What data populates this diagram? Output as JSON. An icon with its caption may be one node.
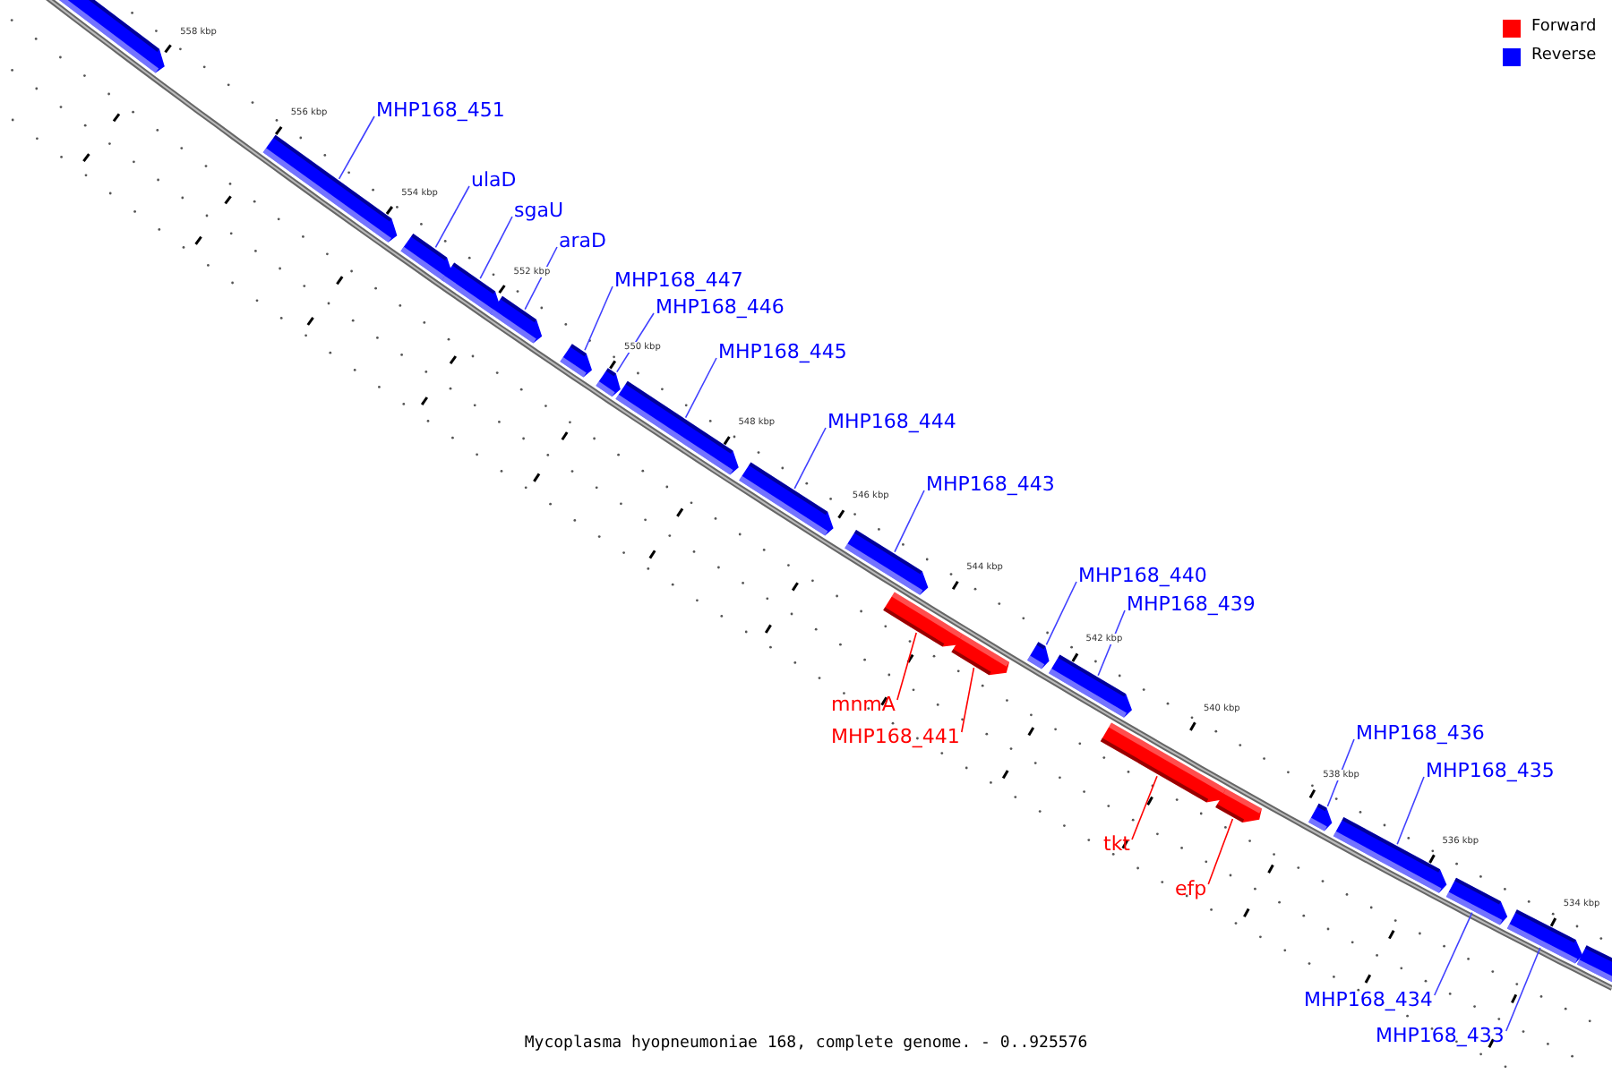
{
  "diagram": {
    "caption": "Mycoplasma hyopneumoniae 168, complete genome. - 0..925576",
    "nodes": [
      {
        "text": [],
        "shape": "bar"
      },
      {
        "text": [],
        "shape": "bar"
      },
      {
        "text": [],
        "shape": "bar"
      },
      {
        "text": [],
        "shape": "bar"
      },
      {
        "text": [],
        "shape": "bar"
      },
      {
        "text": [],
        "shape": "bar"
      },
      {
        "text": [],
        "shape": "bar"
      },
      {
        "text": [],
        "shape": "bar"
      },
      {
        "text": [],
        "shape": "bar"
      },
      {
        "text": [],
        "shape": "bar"
      },
      {
        "text": [],
        "shape": "bar"
      },
      {
        "text": [],
        "shape": "bar"
      },
      {
        "text": [],
        "shape": "bar"
      },
      {
        "text": [],
        "shape": "bar"
      },
      {
        "text": [],
        "shape": "bar"
      },
      {
        "text": [],
        "shape": "bar"
      },
      {
        "text": [],
        "shape": "bar"
      },
      {
        "text": [],
        "shape": "bar"
      },
      {
        "text": [],
        "shape": "bar"
      },
      {
        "text": [],
        "shape": "bar"
      },
      {
        "text": [],
        "shape": "bar"
      },
      {
        "text": [
          "MHP168_451"
        ]
      },
      {
        "text": [
          "ulaD"
        ]
      },
      {
        "text": [
          "sgaU"
        ]
      },
      {
        "text": [
          "araD"
        ]
      },
      {
        "text": [
          "MHP168_447"
        ]
      },
      {
        "text": [
          "MHP168_446"
        ]
      },
      {
        "text": [
          "MHP168_445"
        ]
      },
      {
        "text": [
          "MHP168_444"
        ]
      },
      {
        "text": [
          "MHP168_443"
        ]
      },
      {
        "text": [
          "MHP168_440"
        ]
      },
      {
        "text": [
          "MHP168_439"
        ]
      },
      {
        "text": [
          "mnmA"
        ]
      },
      {
        "text": [
          "MHP168_441"
        ]
      },
      {
        "text": [
          "MHP168_436"
        ]
      },
      {
        "text": [
          "MHP168_435"
        ]
      },
      {
        "text": [
          "tkt"
        ]
      },
      {
        "text": [
          "efp"
        ]
      },
      {
        "text": [
          "MHP168_434"
        ]
      },
      {
        "text": [
          "MHP168_433"
        ]
      }
    ],
    "edges": [
      {
        "from": 21,
        "to": 1,
        "arrow": "none"
      },
      {
        "from": 22,
        "to": 2,
        "arrow": "none"
      },
      {
        "from": 23,
        "to": 3,
        "arrow": "none"
      },
      {
        "from": 24,
        "to": 4,
        "arrow": "none"
      },
      {
        "from": 25,
        "to": 5,
        "arrow": "none"
      },
      {
        "from": 26,
        "to": 6,
        "arrow": "none"
      },
      {
        "from": 27,
        "to": 7,
        "arrow": "none"
      },
      {
        "from": 28,
        "to": 8,
        "arrow": "none"
      },
      {
        "from": 29,
        "to": 9,
        "arrow": "none"
      },
      {
        "from": 30,
        "to": 12,
        "arrow": "none"
      },
      {
        "from": 31,
        "to": 13,
        "arrow": "none"
      },
      {
        "from": 32,
        "to": 10,
        "arrow": "none",
        "color": "#ff0000"
      },
      {
        "from": 33,
        "to": 11,
        "arrow": "none",
        "color": "#ff0000"
      },
      {
        "from": 34,
        "to": 16,
        "arrow": "none"
      },
      {
        "from": 35,
        "to": 17,
        "arrow": "none"
      },
      {
        "from": 36,
        "to": 14,
        "arrow": "none",
        "color": "#ff0000"
      },
      {
        "from": 37,
        "to": 15,
        "arrow": "none",
        "color": "#ff0000"
      },
      {
        "from": 38,
        "to": 18,
        "arrow": "none"
      },
      {
        "from": 39,
        "to": 19,
        "arrow": "none"
      }
    ],
    "labels": [
      "558 kbp",
      "556 kbp",
      "554 kbp",
      "552 kbp",
      "550 kbp",
      "548 kbp",
      "546 kbp",
      "544 kbp",
      "542 kbp",
      "540 kbp",
      "538 kbp",
      "536 kbp",
      "534 kbp"
    ],
    "legend": [
      {
        "text": "Forward",
        "color": "#ff0000"
      },
      {
        "text": "Reverse",
        "color": "#0000ff"
      }
    ]
  }
}
